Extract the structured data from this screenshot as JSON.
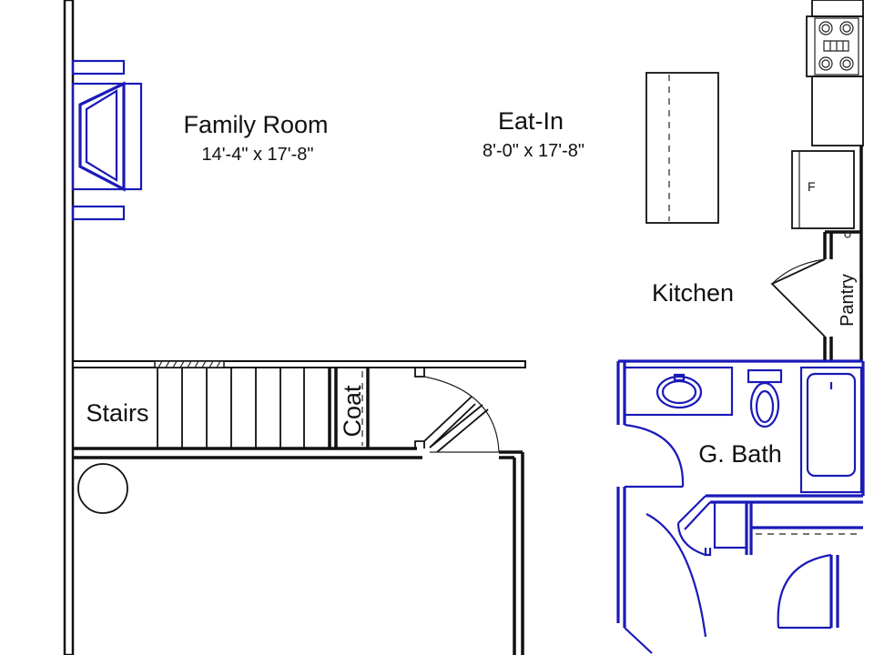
{
  "rooms": {
    "family_room": {
      "name": "Family Room",
      "dimensions": "14'-4\" x 17'-8\""
    },
    "eat_in": {
      "name": "Eat-In",
      "dimensions": "8'-0\" x 17'-8\""
    },
    "kitchen": {
      "name": "Kitchen"
    },
    "pantry": {
      "name": "Pantry"
    },
    "stairs": {
      "name": "Stairs"
    },
    "coat": {
      "name": "Coat"
    },
    "guest_bath": {
      "name": "G. Bath"
    }
  },
  "appliances": {
    "fridge_label": "F"
  },
  "colors": {
    "wall": "#111111",
    "fixture": "#1a1ab8",
    "background": "#ffffff"
  }
}
